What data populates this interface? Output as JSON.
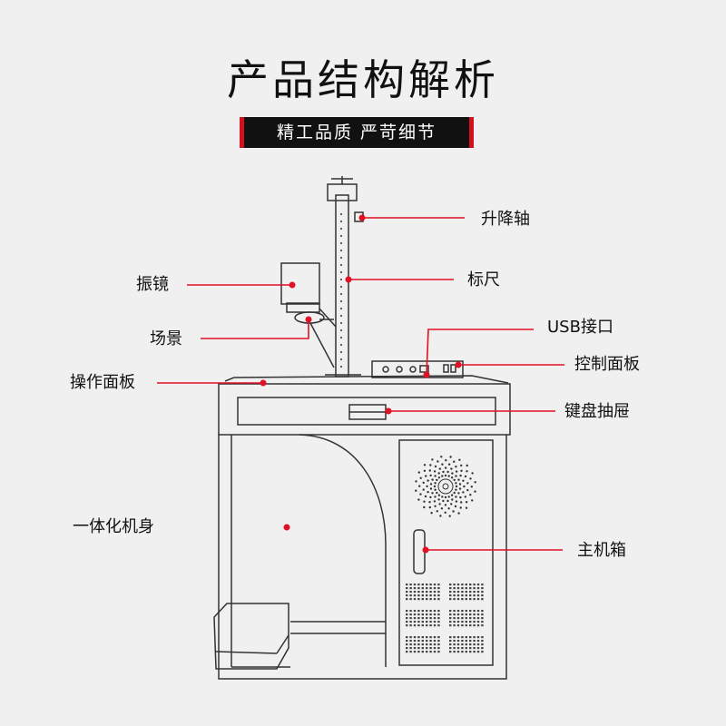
{
  "title": "产品结构解析",
  "subtitle": "精工品质 严苛细节",
  "colors": {
    "accent": "#d4101f",
    "line": "#333333",
    "background": "#f0f0f0"
  },
  "labels": {
    "lift_axis": "升降轴",
    "scale": "标尺",
    "usb": "USB接口",
    "galvo": "振镜",
    "field": "场景",
    "control_panel": "控制面板",
    "operation_panel": "操作面板",
    "keyboard_drawer": "键盘抽屉",
    "body": "一体化机身",
    "host_box": "主机箱"
  }
}
